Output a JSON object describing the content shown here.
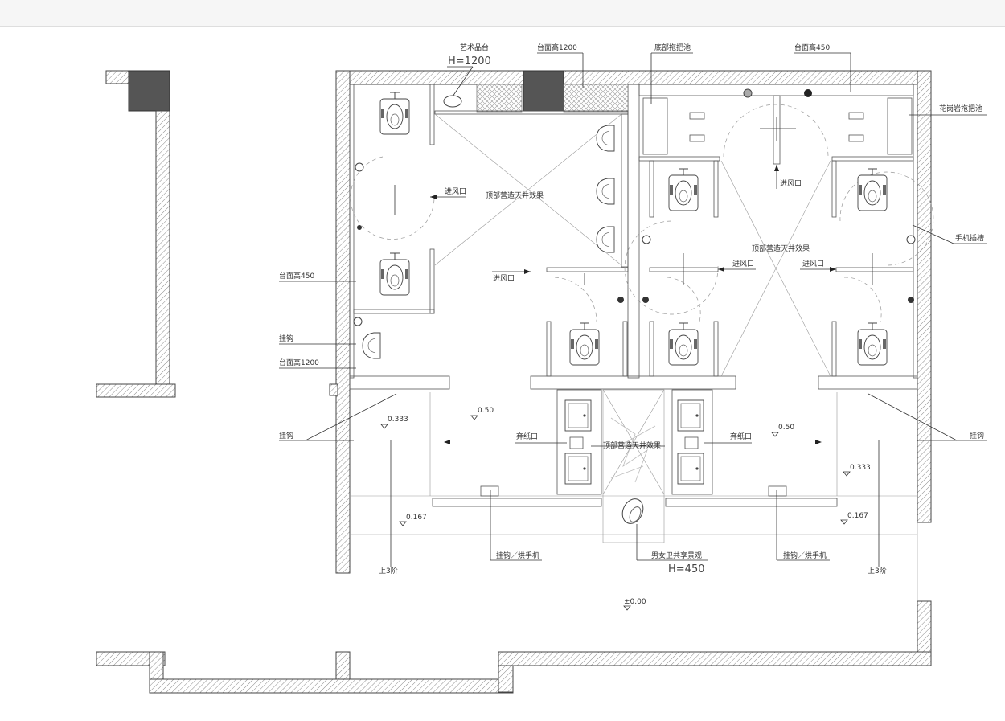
{
  "labels": {
    "art_counter": "艺术品台",
    "art_counter_height": "H=1200",
    "counter_height_1200_top": "台面高1200",
    "floor_mop_pool": "底部拖把池",
    "counter_height_450_top": "台面高450",
    "pattern_mop_pool": "花岗岩拖把池",
    "phone_slot": "手机插槽",
    "counter_height_450_left": "台面高450",
    "hook_left": "挂钩",
    "counter_height_1200_left": "台面高1200",
    "hook_left_lower": "挂钩",
    "hook_right": "挂钩",
    "vent_1": "进风口",
    "vent_2": "进风口",
    "vent_3": "进风口",
    "vent_4": "进风口",
    "vent_5": "进风口",
    "ceiling_effect_left": "顶部营造天井效果",
    "ceiling_effect_right": "顶部营造天井效果",
    "ceiling_effect_center": "顶部营造天井效果",
    "paper_outlet_left": "弃纸口",
    "paper_outlet_right": "弃纸口",
    "level_0333_left": "0.333",
    "level_050_left": "0.50",
    "level_050_right": "0.50",
    "level_0333_right": "0.333",
    "level_0167_left": "0.167",
    "level_0167_right": "0.167",
    "hook_dryer_left": "挂钩／烘手机",
    "hook_dryer_right": "挂钩／烘手机",
    "shared_landscape": "男女卫共享景观",
    "shared_landscape_height": "H=450",
    "steps_left": "上3阶",
    "steps_right": "上3阶",
    "level_zero": "±0.00"
  }
}
